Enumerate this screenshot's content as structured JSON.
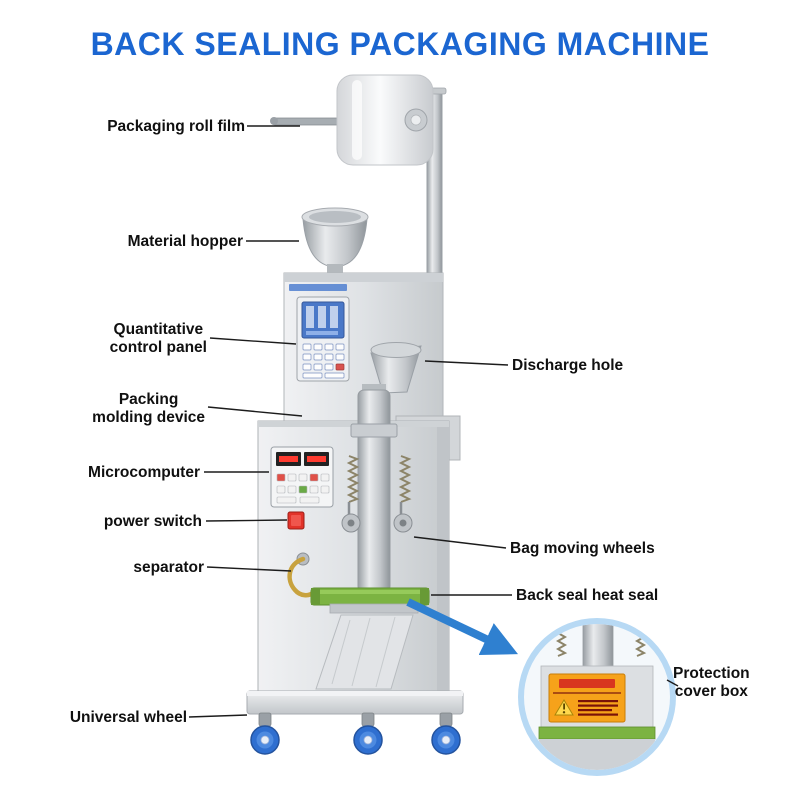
{
  "title": "BACK SEALING PACKAGING MACHINE",
  "labels": {
    "packaging_roll_film": "Packaging roll film",
    "material_hopper": "Material hopper",
    "quantitative_control_panel": "Quantitative\ncontrol panel",
    "packing_molding_device": "Packing\nmolding device",
    "microcomputer": "Microcomputer",
    "power_switch": "power switch",
    "separator": "separator",
    "universal_wheel": "Universal wheel",
    "discharge_hole": "Discharge hole",
    "bag_moving_wheels": "Bag moving wheels",
    "back_seal_heat_seal": "Back seal heat seal",
    "protection_cover_box": "Protection\ncover box"
  },
  "colors": {
    "title_blue": "#1b66d1",
    "arrow_blue": "#2f80d0",
    "inset_ring_blue": "#b7d9f4",
    "heat_seal_green": "#7cb342",
    "caster_wheel_blue": "#2f6fd0",
    "power_switch_red": "#e2332a",
    "control_screen_blue": "#4a78c8",
    "led_display_red": "#ff3b30",
    "warning_label_orange": "#f6a21a"
  }
}
